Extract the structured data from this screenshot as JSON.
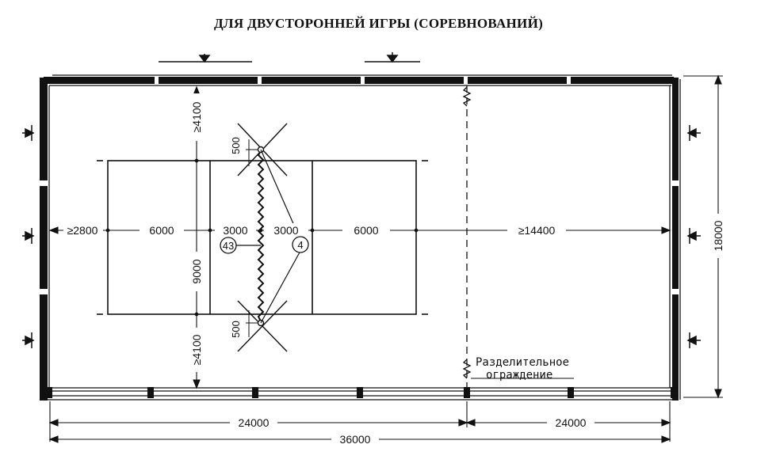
{
  "title": "ДЛЯ ДВУСТОРОННЕЙ ИГРЫ (СОРЕВНОВАНИЙ)",
  "dimensions": {
    "top_gap": "≥4100",
    "bottom_gap": "≥4100",
    "post_offset_top": "500",
    "post_offset_bottom": "500",
    "court_width": "9000",
    "left_gap": "≥2800",
    "left_half": "6000",
    "attack_left": "3000",
    "attack_right": "3000",
    "right_half": "6000",
    "right_gap": "≥14400",
    "hall_width": "18000",
    "left_section": "24000",
    "right_section": "24000",
    "total_length": "36000"
  },
  "markers": {
    "equipment_a": "43",
    "equipment_b": "4"
  },
  "notes": {
    "partition_line1": "Разделительное",
    "partition_line2": "ограждение"
  }
}
